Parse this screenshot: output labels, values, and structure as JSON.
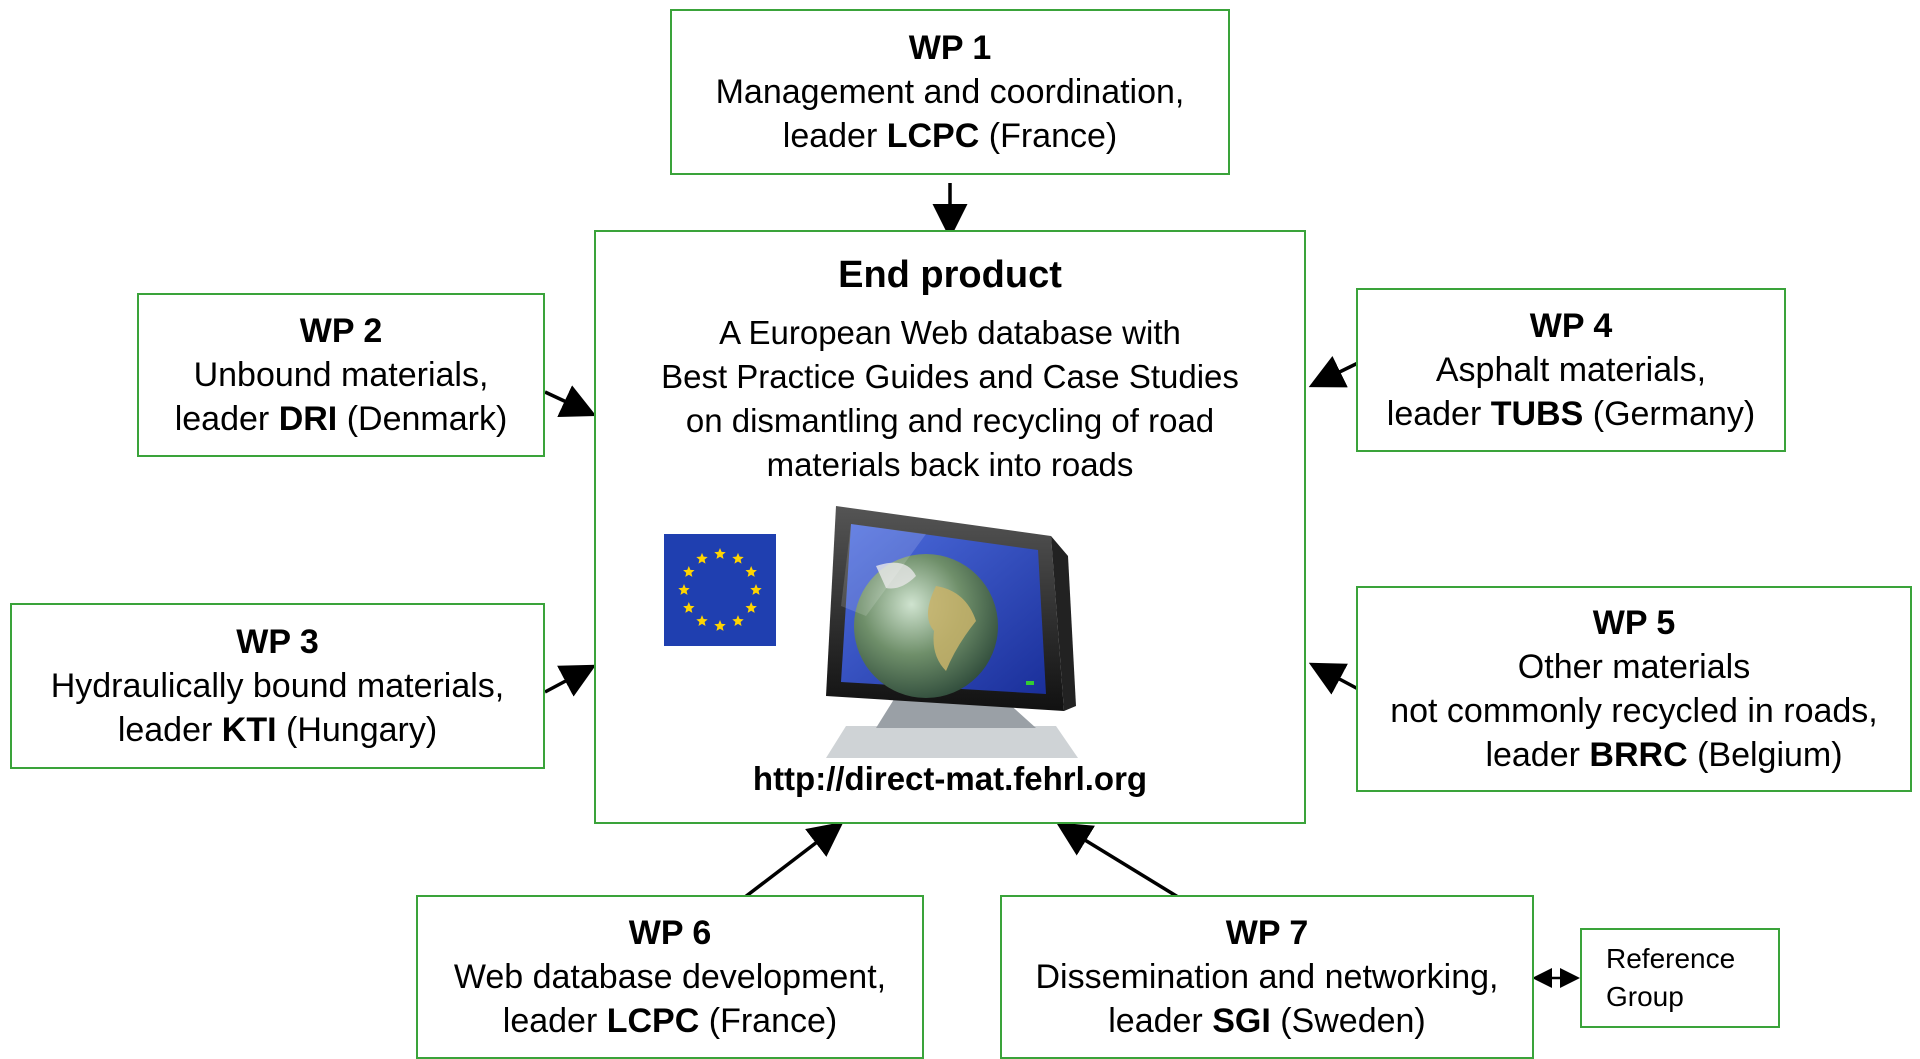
{
  "wp1": {
    "title": "WP 1",
    "desc": "Management and coordination,",
    "leader_prefix": "leader",
    "leader": "LCPC",
    "country": "(France)"
  },
  "wp2": {
    "title": "WP 2",
    "desc": "Unbound materials,",
    "leader_prefix": "leader",
    "leader": "DRI",
    "country": "(Denmark)"
  },
  "wp3": {
    "title": "WP 3",
    "desc": "Hydraulically bound materials,",
    "leader_prefix": "leader",
    "leader": "KTI",
    "country": "(Hungary)"
  },
  "wp4": {
    "title": "WP 4",
    "desc": "Asphalt materials,",
    "leader_prefix": "leader",
    "leader": "TUBS",
    "country": "(Germany)"
  },
  "wp5": {
    "title": "WP 5",
    "desc1": "Other materials",
    "desc2": "not commonly recycled in roads,",
    "leader_prefix": "leader",
    "leader": "BRRC",
    "country": "(Belgium)"
  },
  "wp6": {
    "title": "WP 6",
    "desc": "Web database development,",
    "leader_prefix": "leader",
    "leader": "LCPC",
    "country": "(France)"
  },
  "wp7": {
    "title": "WP 7",
    "desc": "Dissemination and networking,",
    "leader_prefix": "leader",
    "leader": "SGI",
    "country": "(Sweden)"
  },
  "end_product": {
    "title": "End product",
    "lines": [
      "A European Web database with",
      "Best Practice Guides and Case Studies",
      "on dismantling and recycling of road",
      "materials back into roads"
    ],
    "url": "http://direct-mat.fehrl.org"
  },
  "reference_group": {
    "line1": "Reference",
    "line2": "Group"
  },
  "colors": {
    "border": "#3aa33a",
    "eu_flag_blue": "#1f3fb0",
    "eu_star": "#ffd400",
    "monitor_screen": "#2a48c8"
  }
}
